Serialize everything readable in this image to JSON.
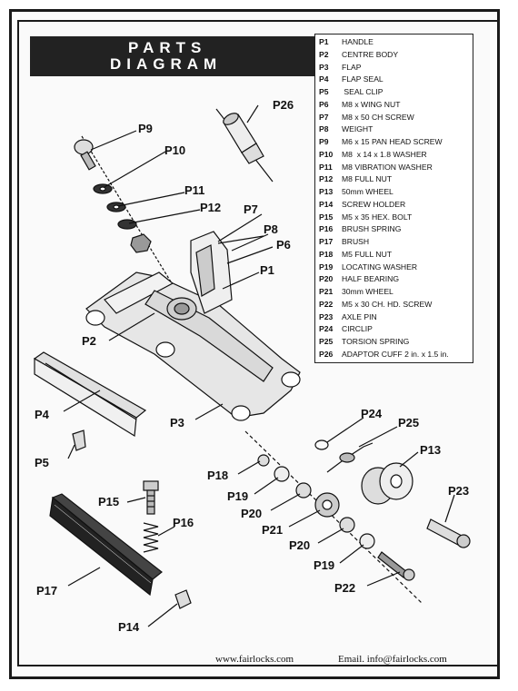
{
  "title": {
    "line1": "PARTS",
    "line2": "DIAGRAM"
  },
  "legend": [
    {
      "code": "P1",
      "name": "HANDLE"
    },
    {
      "code": "P2",
      "name": "CENTRE BODY"
    },
    {
      "code": "P3",
      "name": "FLAP"
    },
    {
      "code": "P4",
      "name": "FLAP SEAL"
    },
    {
      "code": "P5",
      "name": " SEAL CLIP"
    },
    {
      "code": "P6",
      "name": "M8 x WING NUT"
    },
    {
      "code": "P7",
      "name": "M8 x 50 CH SCREW"
    },
    {
      "code": "P8",
      "name": "WEIGHT"
    },
    {
      "code": "P9",
      "name": "M6 x 15 PAN HEAD SCREW"
    },
    {
      "code": "P10",
      "name": "M8  x 14 x 1.8 WASHER"
    },
    {
      "code": "P11",
      "name": "M8 VIBRATION WASHER"
    },
    {
      "code": "P12",
      "name": "M8 FULL NUT"
    },
    {
      "code": "P13",
      "name": "50mm WHEEL"
    },
    {
      "code": "P14",
      "name": "SCREW HOLDER"
    },
    {
      "code": "P15",
      "name": "M5 x 35 HEX. BOLT"
    },
    {
      "code": "P16",
      "name": "BRUSH SPRING"
    },
    {
      "code": "P17",
      "name": "BRUSH"
    },
    {
      "code": "P18",
      "name": "M5 FULL NUT"
    },
    {
      "code": "P19",
      "name": "LOCATING WASHER"
    },
    {
      "code": "P20",
      "name": "HALF BEARING"
    },
    {
      "code": "P21",
      "name": "30mm WHEEL"
    },
    {
      "code": "P22",
      "name": "M5 x 30 CH. HD. SCREW"
    },
    {
      "code": "P23",
      "name": "AXLE PIN"
    },
    {
      "code": "P24",
      "name": "CIRCLIP"
    },
    {
      "code": "P25",
      "name": "TORSION SPRING"
    },
    {
      "code": "P26",
      "name": "ADAPTOR CUFF 2 in. x 1.5 in."
    }
  ],
  "callouts": {
    "p26": "P26",
    "p9": "P9",
    "p10": "P10",
    "p11": "P11",
    "p12": "P12",
    "p7": "P7",
    "p8": "P8",
    "p6": "P6",
    "p1": "P1",
    "p2": "P2",
    "p4": "P4",
    "p3": "P3",
    "p5": "P5",
    "p24": "P24",
    "p25": "P25",
    "p13": "P13",
    "p18": "P18",
    "p19a": "P19",
    "p20a": "P20",
    "p21": "P21",
    "p23": "P23",
    "p20b": "P20",
    "p19b": "P19",
    "p22": "P22",
    "p15": "P15",
    "p16": "P16",
    "p17": "P17",
    "p14": "P14"
  },
  "footer": {
    "website": "www.fairlocks.com",
    "email": "Email. info@fairlocks.com"
  }
}
